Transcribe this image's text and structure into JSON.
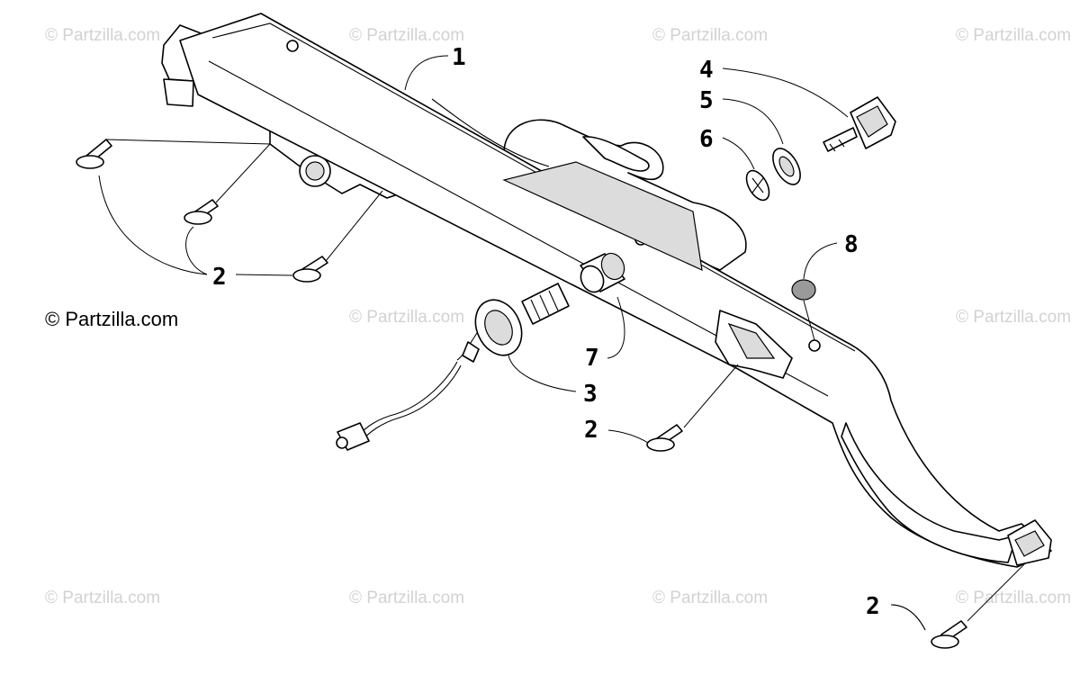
{
  "watermark_text": "© Partzilla.com",
  "copyright_text": "© Partzilla.com",
  "callouts": {
    "c1": "1",
    "c2a": "2",
    "c2b": "2",
    "c2c": "2",
    "c3": "3",
    "c4": "4",
    "c5": "5",
    "c6": "6",
    "c7": "7",
    "c8": "8"
  }
}
